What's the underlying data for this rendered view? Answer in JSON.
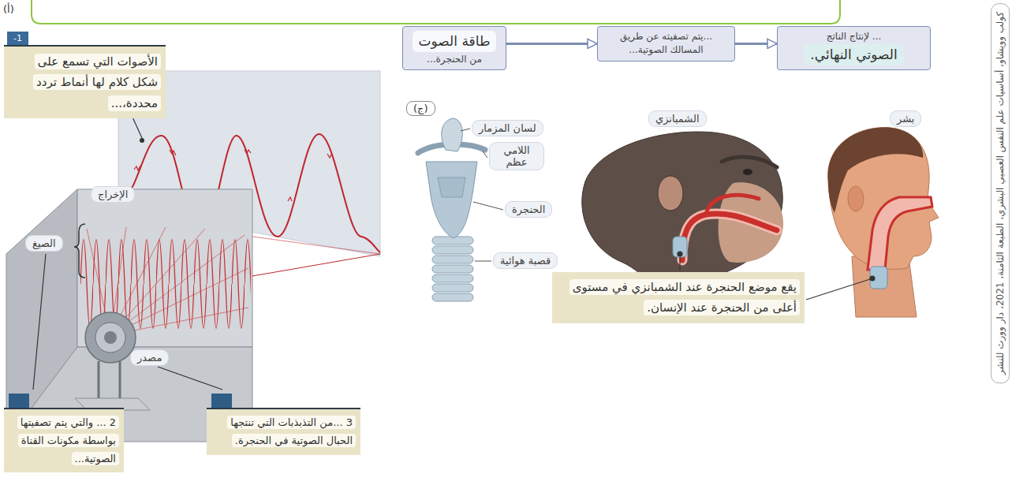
{
  "diagram": {
    "nodes": [
      {
        "text": [
          "1-",
          "الأصوات التي تسمع على شكل كلام لها أنماط تردد محددة،..."
        ]
      },
      {
        "text": [
          "طاقة الصوت",
          "من الحنجرة..."
        ]
      },
      {
        "text": [
          "...يتم تصفيته عن طريق المسالك الصوتية..."
        ]
      },
      {
        "text": [
          "... لإنتاج الناتج",
          "الصوتي النهائي."
        ]
      },
      {
        "text": [
          "يقع موضع الحنجرة عند الشمبانزي في مستوى أعلى من الحنجرة عند الإنسان."
        ]
      },
      {
        "text": [
          "2 ... والتي يتم تصفيتها بواسطة مكونات القناة الصوتية..."
        ]
      },
      {
        "text": [
          "3 ...من التذبذبات التي تنتجها الحبال الصوتية في الحنجرة."
        ]
      }
    ],
    "edges": [
      {
        "from": 1,
        "to": 2,
        "arrow": "to"
      },
      {
        "from": 2,
        "to": 3,
        "arrow": "to"
      }
    ],
    "labels": [
      "(أ)",
      "(ج)",
      "الإخراج",
      "الصيغ",
      "مصدر",
      "لسان المزمار",
      "اللامي عظم",
      "الحنجرة",
      "قصبة هوائية",
      "الشمبانزي",
      "بشر",
      "كولب وويشاو، أساسيات علم النفس العصبي البشري، الطبعة الثامنة، 2021، دار وورث للنشر"
    ]
  }
}
